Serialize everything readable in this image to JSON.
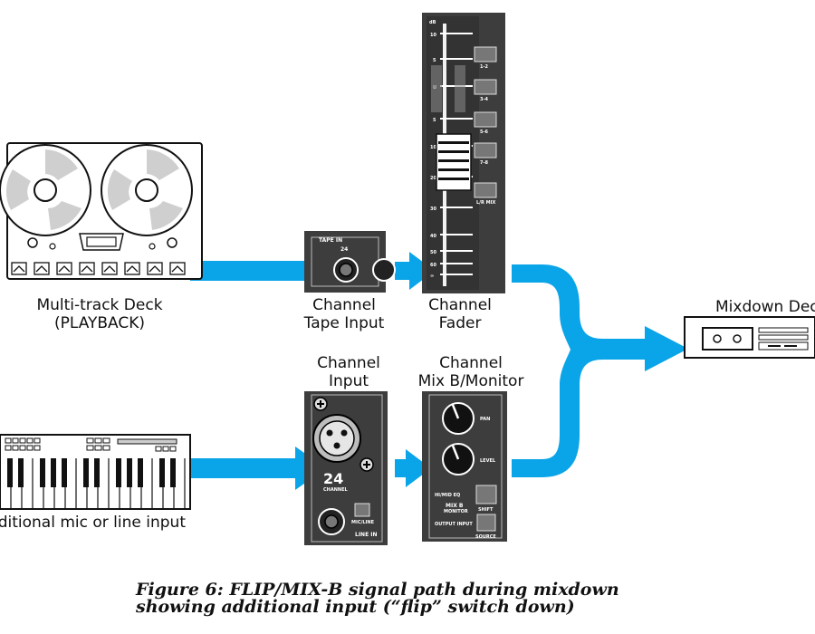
{
  "labels": {
    "multitrack_deck": [
      "Multi-track Deck",
      "(PLAYBACK)"
    ],
    "tape_input": [
      "Channel",
      "Tape Input"
    ],
    "fader": [
      "Channel",
      "Fader"
    ],
    "channel_input": [
      "Channel",
      "Input"
    ],
    "mixb_monitor": [
      "Channel",
      "Mix B/Monitor"
    ],
    "mixdown_deck": "Mixdown Deck",
    "mic_line_input": "Additional mic or line input"
  },
  "panel_text": {
    "tape_in": "TAPE IN",
    "channel_number": "24",
    "channel_word": "CHANNEL",
    "mic_line": "MIC/LINE",
    "line_in": "LINE IN",
    "db": "dB",
    "bus_buttons": [
      "1-2",
      "3-4",
      "5-6",
      "7-8",
      "L/R MIX"
    ],
    "fader_scale": [
      "10",
      "5",
      "U",
      "5",
      "10",
      "20",
      "30",
      "40",
      "50",
      "60",
      "∞"
    ],
    "pan": "PAN",
    "level": "LEVEL",
    "hi_mid_eq": "HI/MID EQ",
    "mix_b": "MIX B",
    "monitor": "MONITOR",
    "shift": "SHIFT",
    "source": "SOURCE",
    "output_input": "OUTPUT INPUT"
  },
  "caption": [
    "Figure 6: FLIP/MIX-B signal path during mixdown",
    "showing additional input (“flip” switch down)"
  ],
  "colors": {
    "signal_arrow": "#0aa4e8",
    "panel": "#3d3d3d",
    "ink": "#111111"
  }
}
